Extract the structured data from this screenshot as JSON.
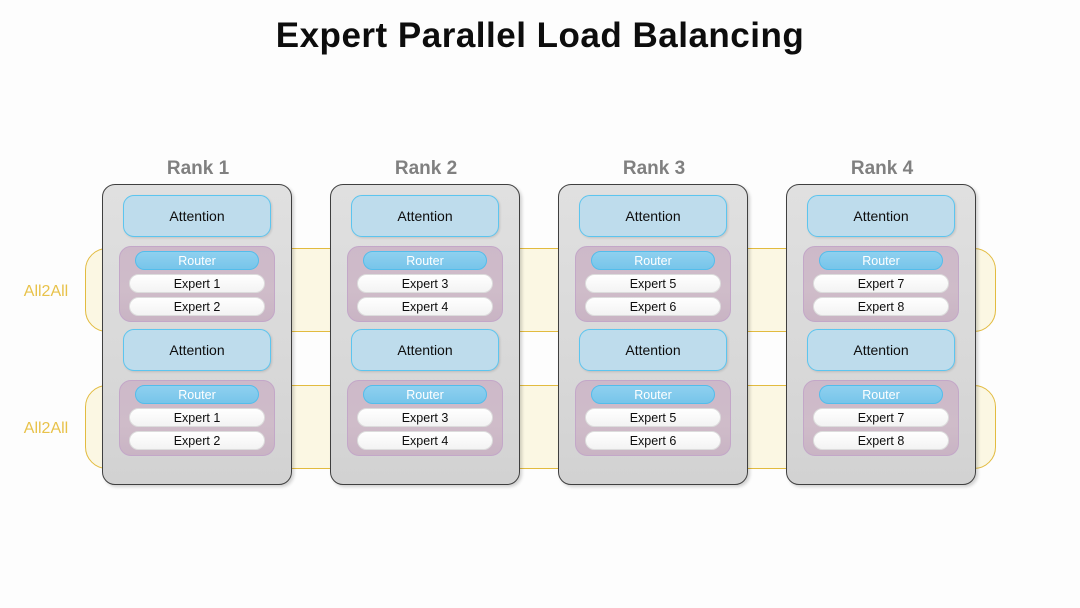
{
  "title": "Expert Parallel Load Balancing",
  "colors": {
    "title_text": "#0d0d0d",
    "rank_label": "#808080",
    "rank_container_fill": "#dcdcdc",
    "rank_container_border": "#3f3f3f",
    "attention_fill": "#bedcec",
    "attention_border": "#5cc5ef",
    "moe_fill": "#cdb9c9",
    "moe_border": "#c3a7c8",
    "router_fill": "#7fc8ec",
    "router_text": "#ffffff",
    "expert_fill": "#f7f7f7",
    "all2all_border": "#e2bb3f",
    "all2all_fill": "#faf3cd",
    "all2all_text": "#e8c24a",
    "background": "#fdfdfd"
  },
  "all2all_bands": [
    {
      "label": "All2All"
    },
    {
      "label": "All2All"
    }
  ],
  "ranks": [
    {
      "label": "Rank 1",
      "layers": [
        {
          "type": "attention",
          "label": "Attention"
        },
        {
          "type": "moe",
          "router": "Router",
          "experts": [
            "Expert 1",
            "Expert 2"
          ]
        },
        {
          "type": "attention",
          "label": "Attention"
        },
        {
          "type": "moe",
          "router": "Router",
          "experts": [
            "Expert 1",
            "Expert 2"
          ]
        }
      ]
    },
    {
      "label": "Rank 2",
      "layers": [
        {
          "type": "attention",
          "label": "Attention"
        },
        {
          "type": "moe",
          "router": "Router",
          "experts": [
            "Expert 3",
            "Expert 4"
          ]
        },
        {
          "type": "attention",
          "label": "Attention"
        },
        {
          "type": "moe",
          "router": "Router",
          "experts": [
            "Expert 3",
            "Expert 4"
          ]
        }
      ]
    },
    {
      "label": "Rank 3",
      "layers": [
        {
          "type": "attention",
          "label": "Attention"
        },
        {
          "type": "moe",
          "router": "Router",
          "experts": [
            "Expert 5",
            "Expert 6"
          ]
        },
        {
          "type": "attention",
          "label": "Attention"
        },
        {
          "type": "moe",
          "router": "Router",
          "experts": [
            "Expert 5",
            "Expert 6"
          ]
        }
      ]
    },
    {
      "label": "Rank 4",
      "layers": [
        {
          "type": "attention",
          "label": "Attention"
        },
        {
          "type": "moe",
          "router": "Router",
          "experts": [
            "Expert 7",
            "Expert 8"
          ]
        },
        {
          "type": "attention",
          "label": "Attention"
        },
        {
          "type": "moe",
          "router": "Router",
          "experts": [
            "Expert 7",
            "Expert 8"
          ]
        }
      ]
    }
  ]
}
